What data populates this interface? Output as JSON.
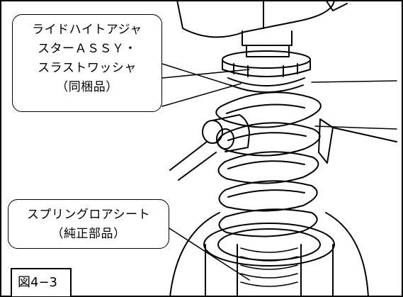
{
  "callouts": {
    "ride_height_adjuster": {
      "line1": "ライドハイトアジャ",
      "line2": "スターＡＳＳＹ・",
      "line3": "スラストワッシャ",
      "line4": "（同梱品）"
    },
    "spring_lower_seat": {
      "line1": "スプリングロアシート",
      "line2": "（純正部品）"
    }
  },
  "figure_label": "図4−3"
}
